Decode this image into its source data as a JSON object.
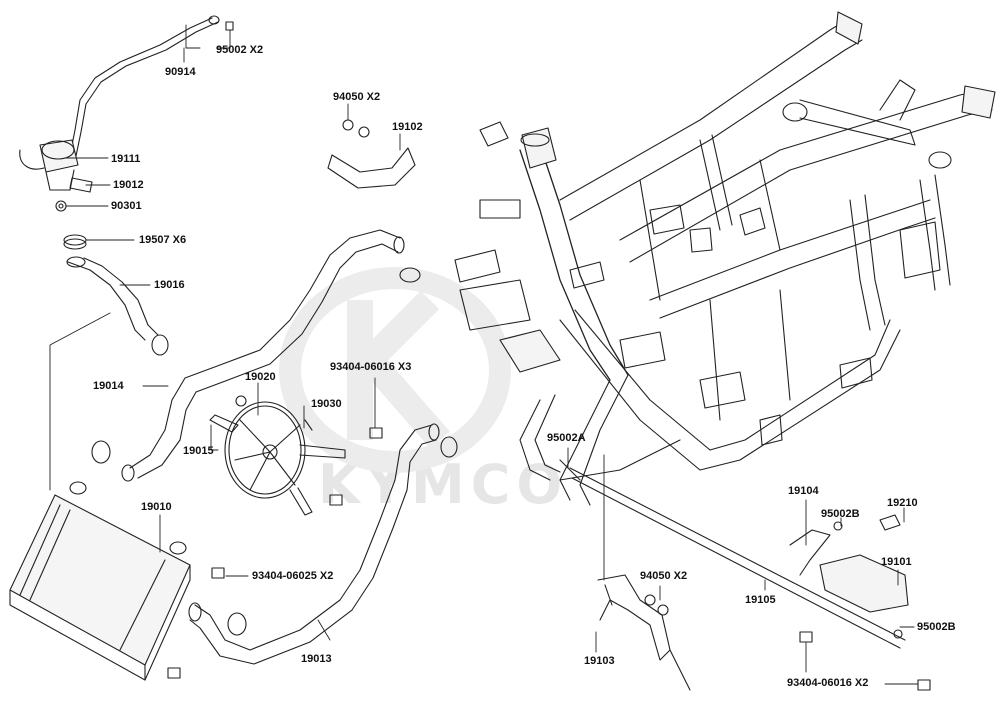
{
  "watermark": {
    "text": "KYMCO",
    "color": "#e4e4e4"
  },
  "ink": "#222222",
  "callouts": {
    "p95002_x2": "95002  X2",
    "p90914": "90914",
    "p94050_x2_top": "94050  X2",
    "p19102": "19102",
    "p19111": "19111",
    "p19012": "19012",
    "p90301": "90301",
    "p19507_x6": "19507  X6",
    "p19016": "19016",
    "p19014": "19014",
    "p19020": "19020",
    "p19030": "19030",
    "p19015": "19015",
    "p93404_06016_x3": "93404-06016 X3",
    "p95002a": "95002A",
    "p19010": "19010",
    "p93404_06025_x2": "93404-06025 X2",
    "p19013": "19013",
    "p19104": "19104",
    "p95002b_top": "95002B",
    "p19210": "19210",
    "p19101": "19101",
    "p94050_x2_bottom": "94050  X2",
    "p19105": "19105",
    "p95002b_bottom": "95002B",
    "p19103": "19103",
    "p93404_06016_x2": "93404-06016 X2"
  }
}
